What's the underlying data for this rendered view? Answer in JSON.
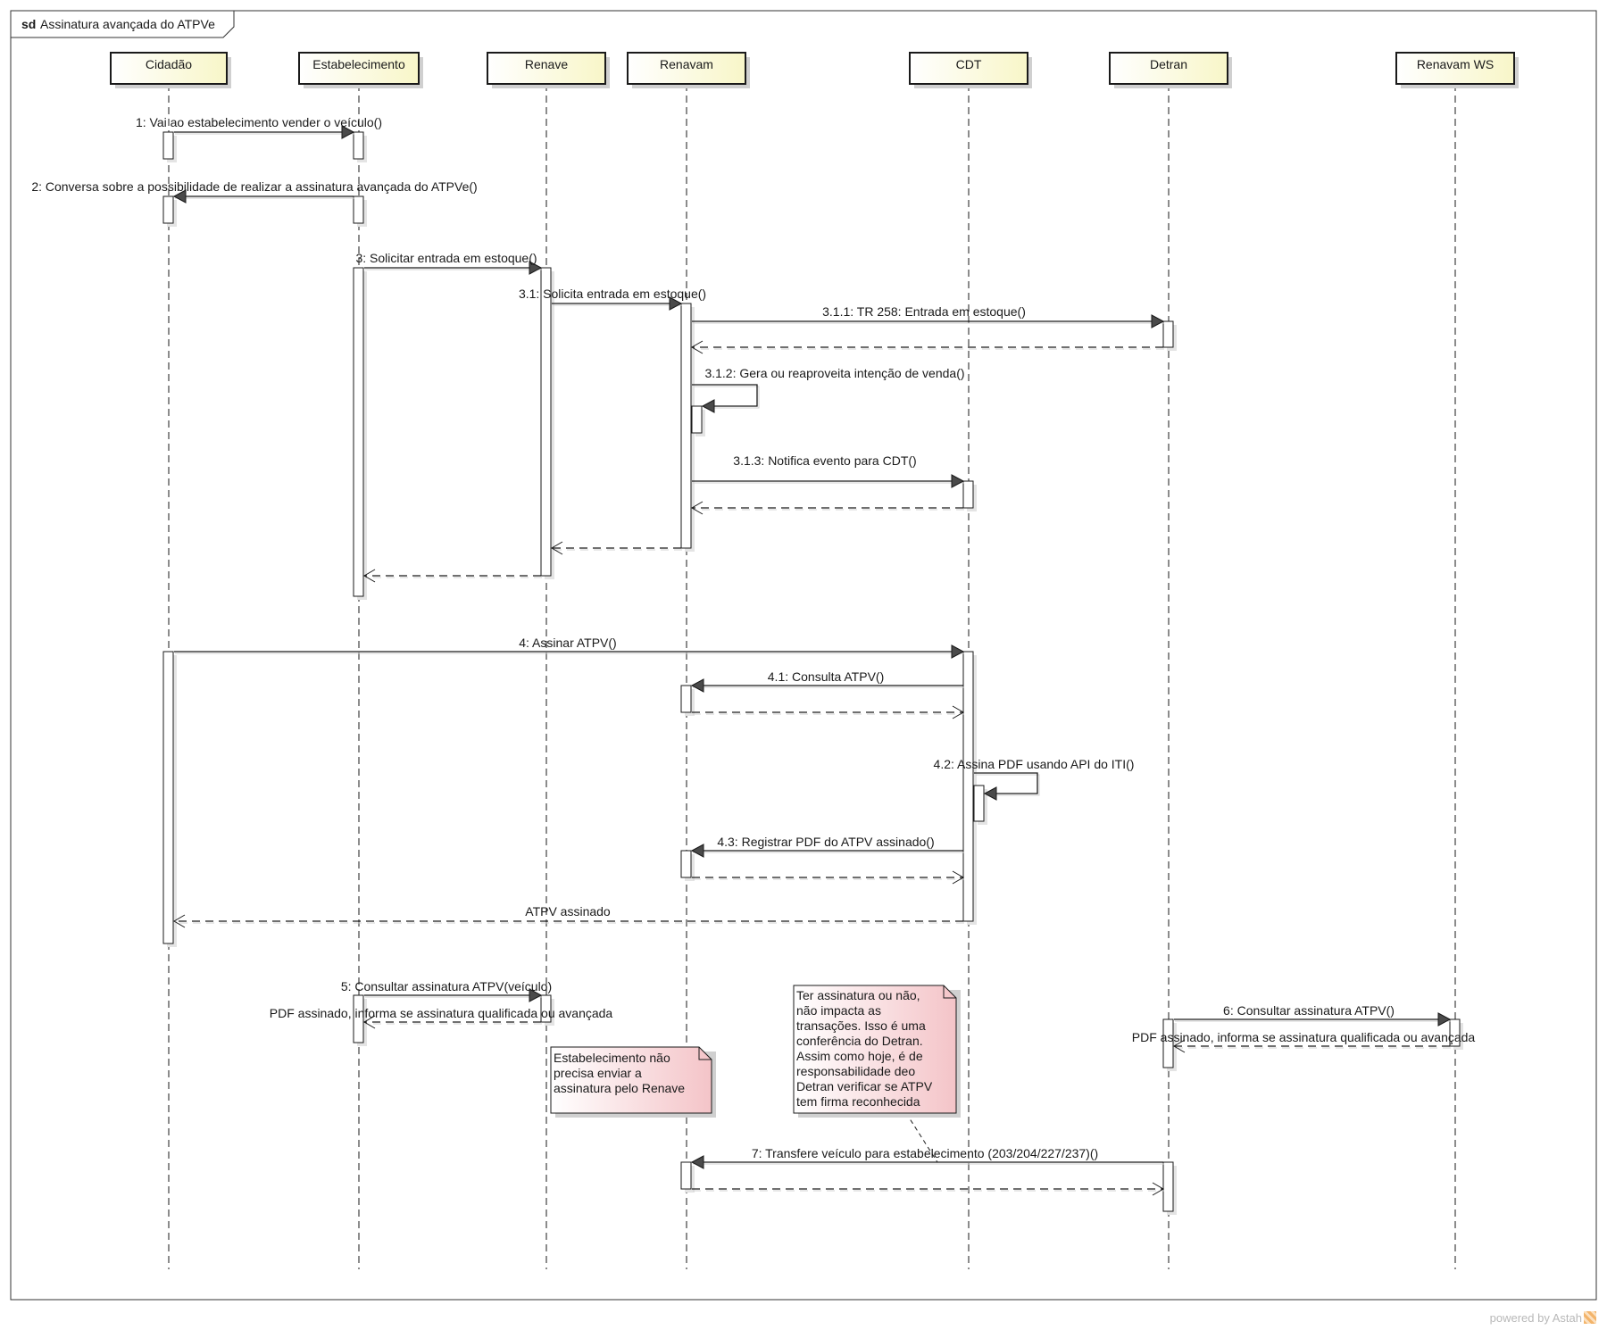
{
  "frame": {
    "keyword": "sd",
    "title": "Assinatura avançada do ATPVe"
  },
  "colors": {
    "participant_fill_left": "#ffffff",
    "participant_fill_right": "#f8f6c8",
    "note_fill_left": "#ffffff",
    "note_fill_right": "#f4c4c8",
    "line": "#1a1a1a",
    "shadow": "#d0d0d0"
  },
  "participants": [
    {
      "id": "cidadao",
      "label": "Cidadão"
    },
    {
      "id": "estabelecimento",
      "label": "Estabelecimento"
    },
    {
      "id": "renave",
      "label": "Renave"
    },
    {
      "id": "renavam",
      "label": "Renavam"
    },
    {
      "id": "cdt",
      "label": "CDT"
    },
    {
      "id": "detran",
      "label": "Detran"
    },
    {
      "id": "renavamws",
      "label": "Renavam WS"
    }
  ],
  "messages": [
    {
      "id": "m1",
      "from": "cidadao",
      "to": "estabelecimento",
      "kind": "sync",
      "label": "1: Vai ao estabelecimento vender o veículo()"
    },
    {
      "id": "m2",
      "from": "estabelecimento",
      "to": "cidadao",
      "kind": "sync",
      "label": "2: Conversa sobre a possibilidade de realizar a assinatura avançada do ATPVe()"
    },
    {
      "id": "m3",
      "from": "estabelecimento",
      "to": "renave",
      "kind": "sync",
      "label": "3: Solicitar entrada em estoque()"
    },
    {
      "id": "m31",
      "from": "renave",
      "to": "renavam",
      "kind": "sync",
      "label": "3.1: Solicita entrada em estoque()"
    },
    {
      "id": "m311",
      "from": "renavam",
      "to": "detran",
      "kind": "sync",
      "label": "3.1.1: TR 258: Entrada em estoque()"
    },
    {
      "id": "r311",
      "from": "detran",
      "to": "renavam",
      "kind": "return",
      "label": ""
    },
    {
      "id": "m312",
      "from": "renavam",
      "to": "renavam",
      "kind": "self",
      "label": "3.1.2: Gera ou reaproveita intenção de venda()"
    },
    {
      "id": "m313",
      "from": "renavam",
      "to": "cdt",
      "kind": "sync",
      "label": "3.1.3: Notifica evento para CDT()"
    },
    {
      "id": "r313",
      "from": "cdt",
      "to": "renavam",
      "kind": "return",
      "label": ""
    },
    {
      "id": "r31",
      "from": "renavam",
      "to": "renave",
      "kind": "return",
      "label": ""
    },
    {
      "id": "r3",
      "from": "renave",
      "to": "estabelecimento",
      "kind": "return",
      "label": ""
    },
    {
      "id": "m4",
      "from": "cidadao",
      "to": "cdt",
      "kind": "sync",
      "label": "4: Assinar ATPV()"
    },
    {
      "id": "m41",
      "from": "cdt",
      "to": "renavam",
      "kind": "sync",
      "label": "4.1: Consulta ATPV()"
    },
    {
      "id": "r41",
      "from": "renavam",
      "to": "cdt",
      "kind": "return",
      "label": ""
    },
    {
      "id": "m42",
      "from": "cdt",
      "to": "cdt",
      "kind": "self",
      "label": "4.2: Assina PDF usando API do ITI()"
    },
    {
      "id": "m43",
      "from": "cdt",
      "to": "renavam",
      "kind": "sync",
      "label": "4.3: Registrar PDF do ATPV assinado()"
    },
    {
      "id": "r43",
      "from": "renavam",
      "to": "cdt",
      "kind": "return",
      "label": ""
    },
    {
      "id": "r4",
      "from": "cdt",
      "to": "cidadao",
      "kind": "return",
      "label": "ATPV assinado"
    },
    {
      "id": "m5",
      "from": "estabelecimento",
      "to": "renave",
      "kind": "sync",
      "label": "5: Consultar assinatura ATPV(veículo)"
    },
    {
      "id": "r5",
      "from": "renave",
      "to": "estabelecimento",
      "kind": "return",
      "label": "PDF assinado, informa se assinatura qualificada ou avançada"
    },
    {
      "id": "m6",
      "from": "detran",
      "to": "renavamws",
      "kind": "sync",
      "label": "6: Consultar assinatura ATPV()"
    },
    {
      "id": "r6",
      "from": "renavamws",
      "to": "detran",
      "kind": "return",
      "label": "PDF assinado, informa se assinatura qualificada ou avançada"
    },
    {
      "id": "m7",
      "from": "detran",
      "to": "renavam",
      "kind": "sync",
      "label": "7: Transfere veículo para estabelecimento (203/204/227/237)()"
    },
    {
      "id": "r7",
      "from": "renavam",
      "to": "detran",
      "kind": "return",
      "label": ""
    }
  ],
  "notes": [
    {
      "id": "note-renave",
      "lines": [
        "Estabelecimento não",
        "precisa enviar a",
        "assinatura pelo Renave"
      ]
    },
    {
      "id": "note-detran",
      "lines": [
        "Ter assinatura ou não,",
        "não impacta as",
        "transações. Isso é uma",
        "conferência do Detran.",
        "Assim como hoje, é de",
        "responsabilidade deo",
        "Detran verificar se ATPV",
        "tem firma reconhecida"
      ]
    }
  ],
  "watermark": "powered by Astah"
}
